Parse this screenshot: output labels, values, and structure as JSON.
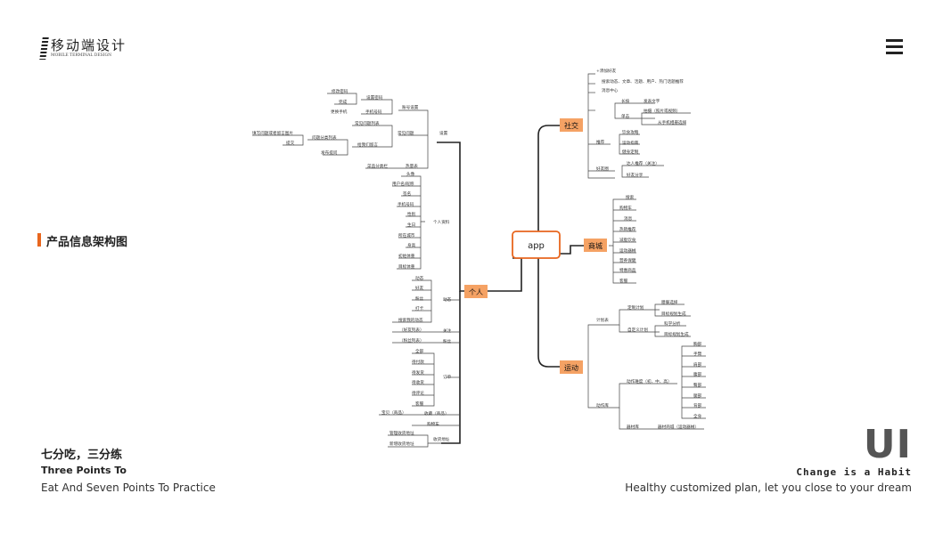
{
  "header": {
    "logo_cn": "移动端设计",
    "logo_en": "MOBILE TERMINAL DESIGN",
    "menu_icon": "hamburger-icon"
  },
  "section": {
    "title": "产品信息架构图",
    "accent": "#e8661e"
  },
  "footer_left": {
    "cn": "七分吃，三分练",
    "en_bold": "Three Points To",
    "en_line": "Eat And Seven Points To Practice"
  },
  "footer_right": {
    "big": "UI",
    "habit": "Change is a Habit",
    "line": "Healthy customized plan, let you close to your dream"
  },
  "mindmap": {
    "center": "app",
    "social": {
      "label": "社交",
      "items": [
        "+添加好友",
        "搜索动态、文章、活题、用户、热门话题推荐",
        "消息中心",
        "长按",
        "发表文字",
        "单击",
        "拍摄（照片或视频）",
        "从手机相册选择",
        "推荐",
        "饮食攻略",
        "运动指南",
        "健身定制",
        "好友圈",
        "达人推荐（关注）",
        "好友分享"
      ]
    },
    "mall": {
      "label": "商城",
      "items": [
        "搜索",
        "购物车",
        "消息",
        "热销推荐",
        "减脂饮食",
        "运动器械",
        "营养保健",
        "特惠商品",
        "客服"
      ]
    },
    "sport": {
      "label": "运动",
      "items": [
        "计划表",
        "定制计划",
        "膳餐选择",
        "目标规划生成",
        "自定义计划",
        "科学分析",
        "目标规划生成",
        "动作库",
        "动作难度（初、中、高）",
        "胸部",
        "手臂",
        "肩部",
        "腹部",
        "臀部",
        "腿部",
        "背部",
        "全身",
        "器材库",
        "器材商城（运动器械）"
      ]
    },
    "personal": {
      "label": "个人",
      "settings": {
        "label": "设置",
        "items": [
          "修改密码",
          "设置密码",
          "完成",
          "账号设置",
          "更换手机",
          "手机号码",
          "常见问题列表",
          "常见问题",
          "填写问题或者留言图片",
          "问题分类列表",
          "提交",
          "给我们留言",
          "发布提问",
          "菜品分类栏",
          "热量表"
        ]
      },
      "profile": {
        "label": "个人资料",
        "items": [
          "头像",
          "用户名/昵称",
          "签名",
          "手机号码",
          "性别",
          "生日",
          "所在城市",
          "身高",
          "初始体重",
          "目标体重"
        ]
      },
      "moments": {
        "label": "动态",
        "items": [
          "动态",
          "好友",
          "粉丝",
          "打卡",
          "搜索我的动态"
        ]
      },
      "follow": {
        "label": "关注",
        "item": "（好友列表）"
      },
      "fans": {
        "label": "粉丝",
        "item": "（粉丝列表）"
      },
      "orders": {
        "label": "订单",
        "items": [
          "全部",
          "待付款",
          "待发货",
          "待收货",
          "待评论",
          "客服"
        ]
      },
      "favorites": {
        "label": "收藏（商品）",
        "item": "宝贝（商品）"
      },
      "cart": {
        "label": "购物车"
      },
      "address": {
        "label": "收货地址",
        "items": [
          "管理收货地址",
          "新增收货地址"
        ]
      }
    }
  }
}
